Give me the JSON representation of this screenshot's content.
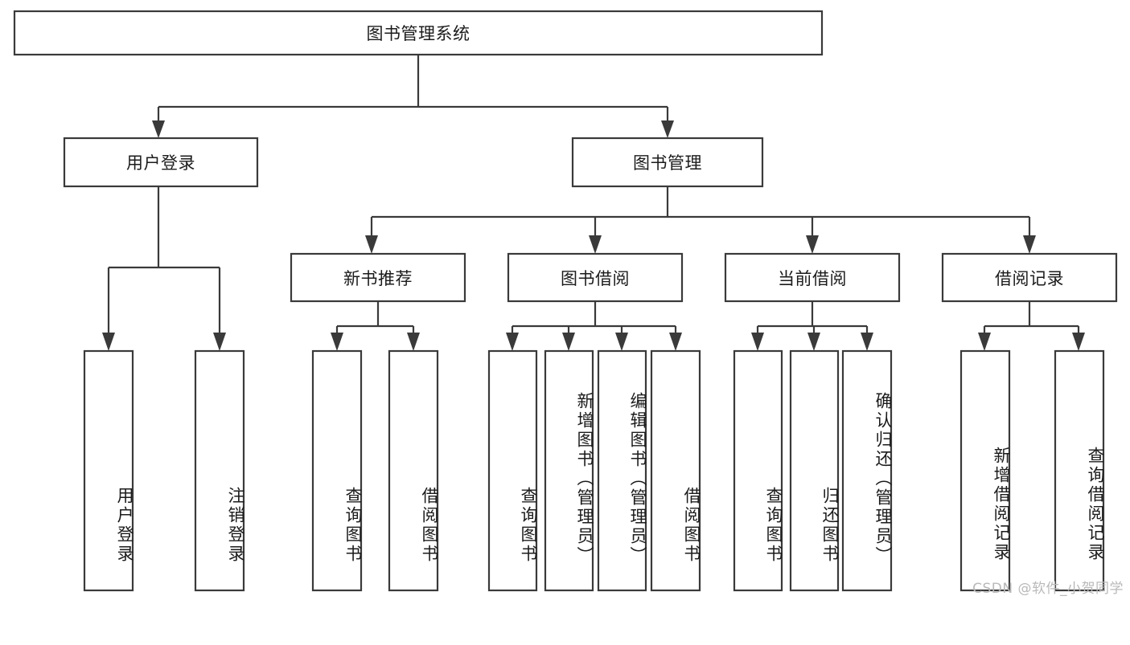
{
  "diagram": {
    "type": "tree-hierarchy-chart",
    "title": "图书管理系统",
    "background_color": "#ffffff",
    "line_color": "#3a3a3a",
    "text_color": "#1b1b1b"
  },
  "nodes": {
    "root": {
      "label": "图书管理系统",
      "level": 1
    },
    "level2": [
      {
        "label": "用户登录"
      },
      {
        "label": "图书管理"
      }
    ],
    "level3": [
      {
        "label": "新书推荐"
      },
      {
        "label": "图书借阅"
      },
      {
        "label": "当前借阅"
      },
      {
        "label": "借阅记录"
      }
    ],
    "leaves_user_login": [
      {
        "label": "用户登录"
      },
      {
        "label": "注销登录"
      }
    ],
    "leaves_new_book": [
      {
        "label": "查询图书"
      },
      {
        "label": "借阅图书"
      }
    ],
    "leaves_borrow": [
      {
        "label": "查询图书"
      },
      {
        "label": "新增图书（管理员）"
      },
      {
        "label": "编辑图书（管理员）"
      },
      {
        "label": "借阅图书"
      }
    ],
    "leaves_current": [
      {
        "label": "查询图书"
      },
      {
        "label": "归还图书"
      },
      {
        "label": "确认归还（管理员）"
      }
    ],
    "leaves_record": [
      {
        "label": "新增借阅记录"
      },
      {
        "label": "查询借阅记录"
      }
    ]
  },
  "watermark": {
    "text": "CSDN @软件_小贺同学"
  }
}
